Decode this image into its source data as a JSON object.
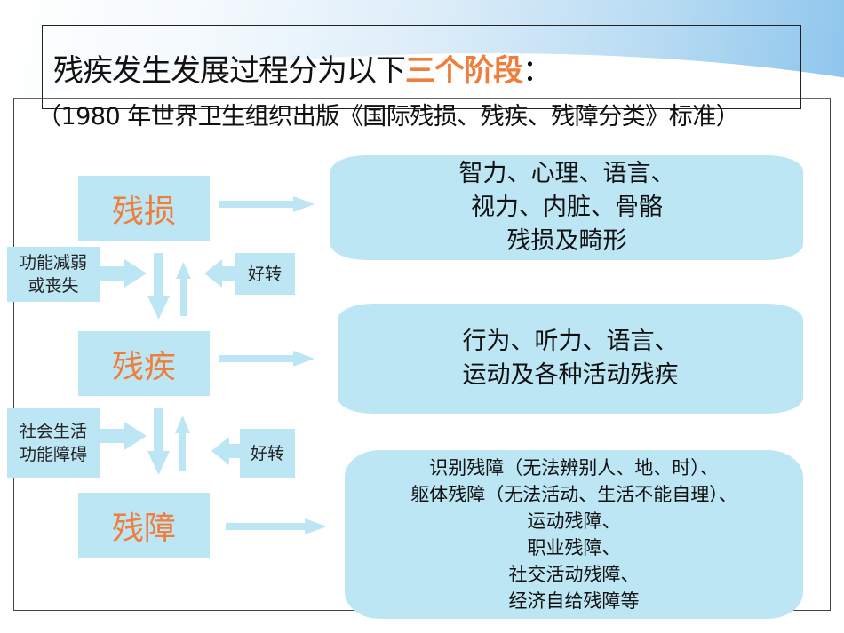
{
  "title": {
    "prefix": "残疾发生发展过程分为以下",
    "highlight": "三个阶段",
    "suffix": "："
  },
  "subtitle": "（1980 年世界卫生组织出版《国际残损、残疾、残障分类》标准）",
  "stages": [
    {
      "label": "残损"
    },
    {
      "label": "残疾"
    },
    {
      "label": "残障"
    }
  ],
  "causes": [
    {
      "line1": "功能减弱",
      "line2": "或丧失"
    },
    {
      "line1": "社会生活",
      "line2": "功能障碍"
    }
  ],
  "improvements": [
    {
      "label": "好转"
    },
    {
      "label": "好转"
    }
  ],
  "descriptions": [
    {
      "lines": [
        "智力、心理、语言、",
        "视力、内脏、骨骼",
        "残损及畸形"
      ]
    },
    {
      "lines": [
        "行为、听力、语言、",
        "运动及各种活动残疾"
      ]
    },
    {
      "lines": [
        "识别残障（无法辨别人、地、时）、",
        "躯体残障（无法活动、生活不能自理）、",
        "运动残障、",
        "职业残障、",
        "社交活动残障、",
        "经济自给残障等"
      ]
    }
  ],
  "colors": {
    "accent_orange": "#ef7d3c",
    "box_blue": "#bde6f5",
    "arrow_blue": "#bde6f5"
  }
}
